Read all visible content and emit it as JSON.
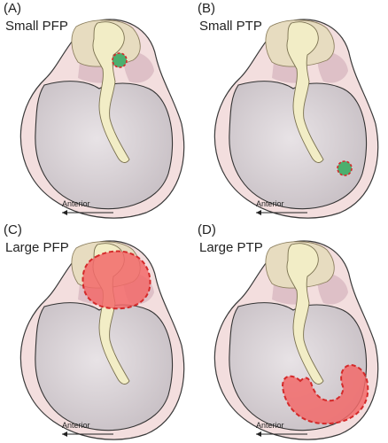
{
  "panels": [
    {
      "letter": "(A)",
      "title": "Small PFP",
      "arrow_label": "Anterior"
    },
    {
      "letter": "(B)",
      "title": "Small PTP",
      "arrow_label": "Anterior"
    },
    {
      "letter": "(C)",
      "title": "Large PFP",
      "arrow_label": "Anterior"
    },
    {
      "letter": "(D)",
      "title": "Large PTP",
      "arrow_label": "Anterior"
    }
  ],
  "colors": {
    "small_perforation_fill": "#4caf6e",
    "large_perforation_fill": "#f26a6a",
    "perforation_border": "#d42a2a",
    "eardrum_rim": "#f3dede",
    "pars_tensa": "#d9d2d6",
    "malleus": "#f2edc6",
    "pars_flaccida": "#e7dcc0",
    "pink_zone": "#dcbcc4"
  }
}
